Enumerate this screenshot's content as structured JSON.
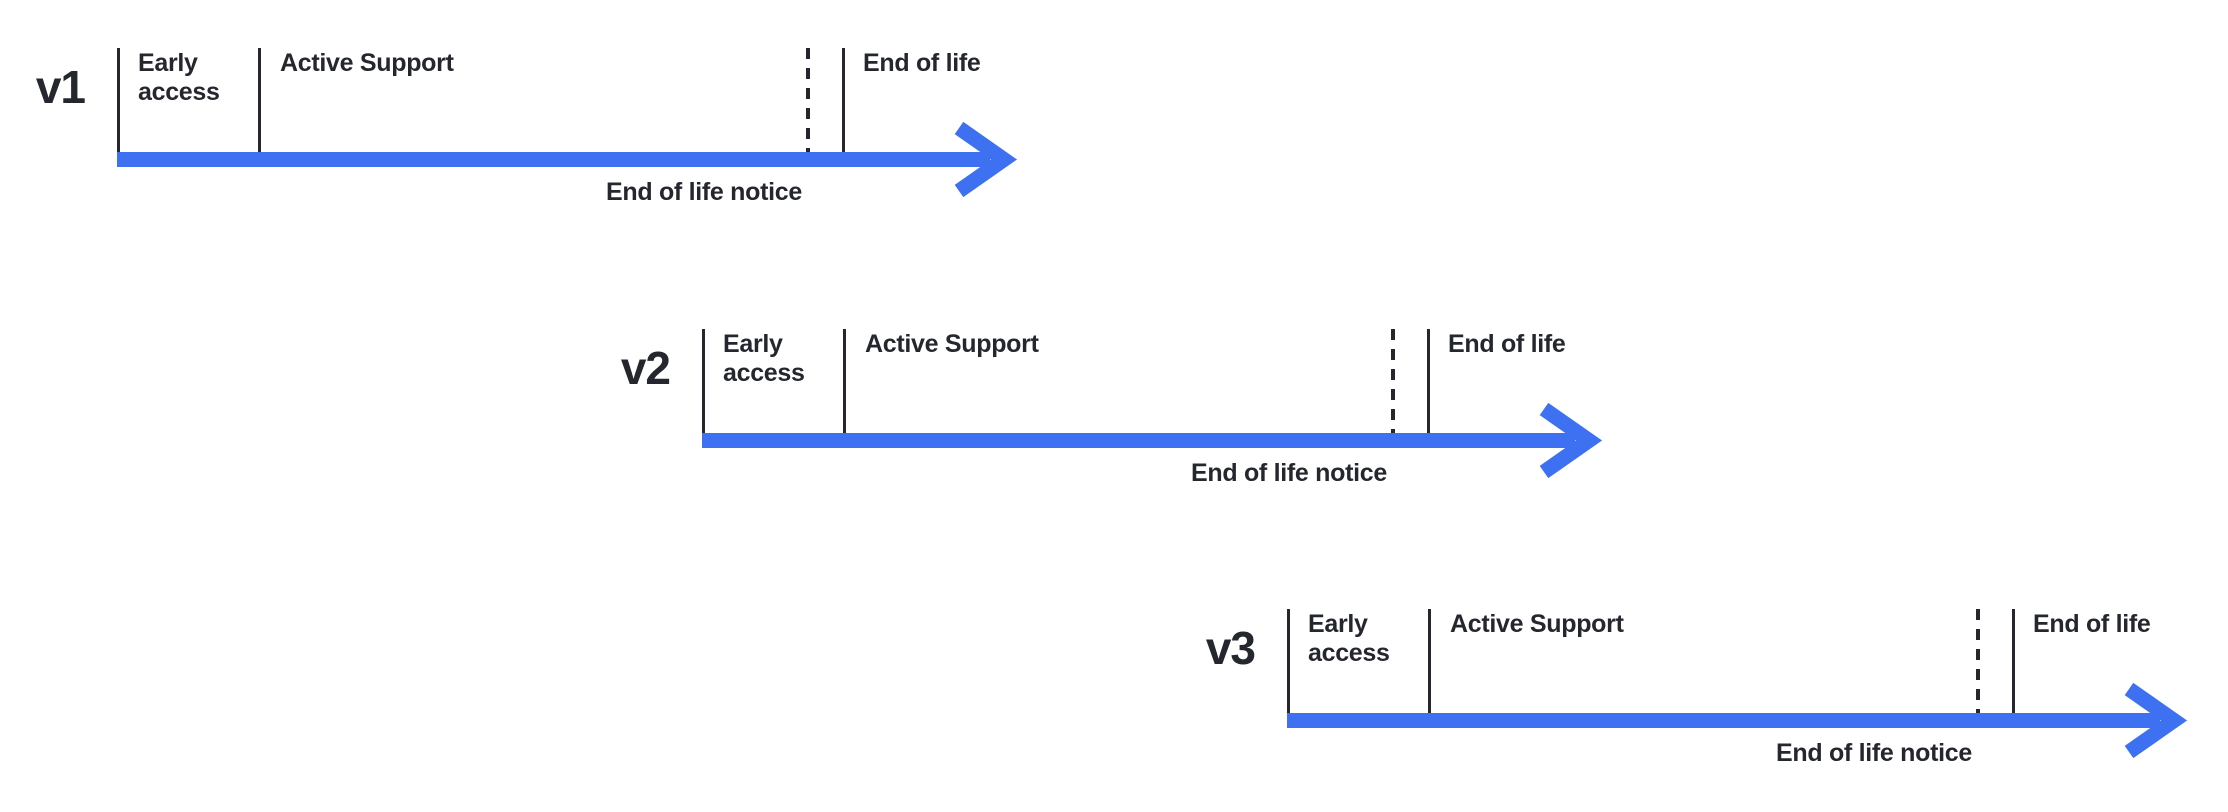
{
  "page": {
    "background": "#ffffff"
  },
  "colors": {
    "accent": "#3E70F2",
    "text": "#24272E"
  },
  "timelines": [
    {
      "version": "v1",
      "labels": {
        "early_access": "Early access",
        "active_support": "Active Support",
        "end_of_life": "End of life",
        "end_of_life_notice": "End of life notice"
      }
    },
    {
      "version": "v2",
      "labels": {
        "early_access": "Early access",
        "active_support": "Active Support",
        "end_of_life": "End of life",
        "end_of_life_notice": "End of life notice"
      }
    },
    {
      "version": "v3",
      "labels": {
        "early_access": "Early access",
        "active_support": "Active Support",
        "end_of_life": "End of life",
        "end_of_life_notice": "End of life notice"
      }
    }
  ]
}
